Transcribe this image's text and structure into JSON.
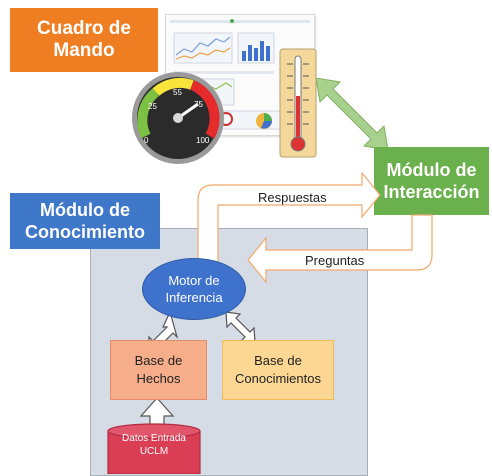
{
  "cuadro_de_mando": {
    "label": "Cuadro de Mando"
  },
  "modulo_interaccion": {
    "label": "Módulo de Interacción"
  },
  "modulo_conocimiento": {
    "label": "Módulo de Conocimiento"
  },
  "motor_inferencia": {
    "label": "Motor de Inferencia"
  },
  "base_hechos": {
    "label": "Base de Hechos"
  },
  "base_conocimientos": {
    "label": "Base de Conocimientos"
  },
  "datos_entrada": {
    "label": "Datos Entrada UCLM"
  },
  "flows": {
    "respuestas": "Respuestas",
    "preguntas": "Preguntas"
  },
  "gauge": {
    "ticks": [
      "0",
      "25",
      "55",
      "75",
      "100"
    ]
  },
  "colors": {
    "orange": "#ef7d22",
    "green": "#6ab04c",
    "blue": "#3f78c8",
    "motor": "#3f72cc",
    "hechos": "#f6ad8a",
    "conocimientos": "#fcd793",
    "datos": "#d93e55",
    "panel": "#d6dce6"
  },
  "icons": [
    "speedometer-icon",
    "thermometer-icon",
    "dashboard-screenshot"
  ]
}
